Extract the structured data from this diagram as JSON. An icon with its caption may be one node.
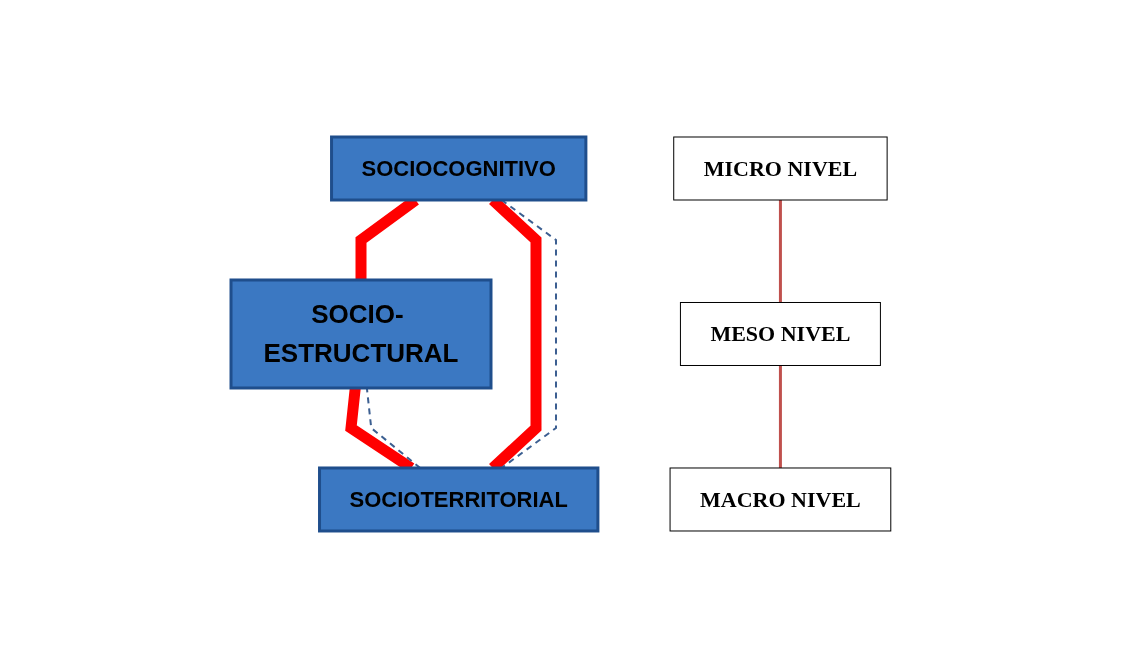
{
  "diagram": {
    "nodes": [
      {
        "text": [
          "SOCIOCOGNITIVO"
        ]
      },
      {
        "text": [
          "SOCIO- ESTRUCTURAL"
        ]
      },
      {
        "text": [
          "SOCIOTERRITORIAL"
        ]
      },
      {
        "text": [
          "MICRO NIVEL"
        ]
      },
      {
        "text": [
          "MESO NIVEL"
        ]
      },
      {
        "text": [
          "MACRO NIVEL"
        ]
      }
    ],
    "edges": [
      {
        "from": 0,
        "to": 1,
        "arrow": "none",
        "style": "thick",
        "color": "#ff0000"
      },
      {
        "from": 0,
        "to": 2,
        "arrow": "none",
        "style": "thick",
        "color": "#ff0000"
      },
      {
        "from": 1,
        "to": 2,
        "arrow": "none",
        "style": "thick",
        "color": "#ff0000"
      },
      {
        "from": 0,
        "to": 2,
        "arrow": "none",
        "style": "dashed",
        "color": "#3c5f91"
      },
      {
        "from": 2,
        "to": 1,
        "arrow": "none",
        "style": "dashed",
        "color": "#3c5f91"
      },
      {
        "from": 3,
        "to": 4,
        "arrow": "none",
        "color": "#c0504d"
      },
      {
        "from": 4,
        "to": 5,
        "arrow": "none",
        "color": "#c0504d"
      }
    ]
  }
}
